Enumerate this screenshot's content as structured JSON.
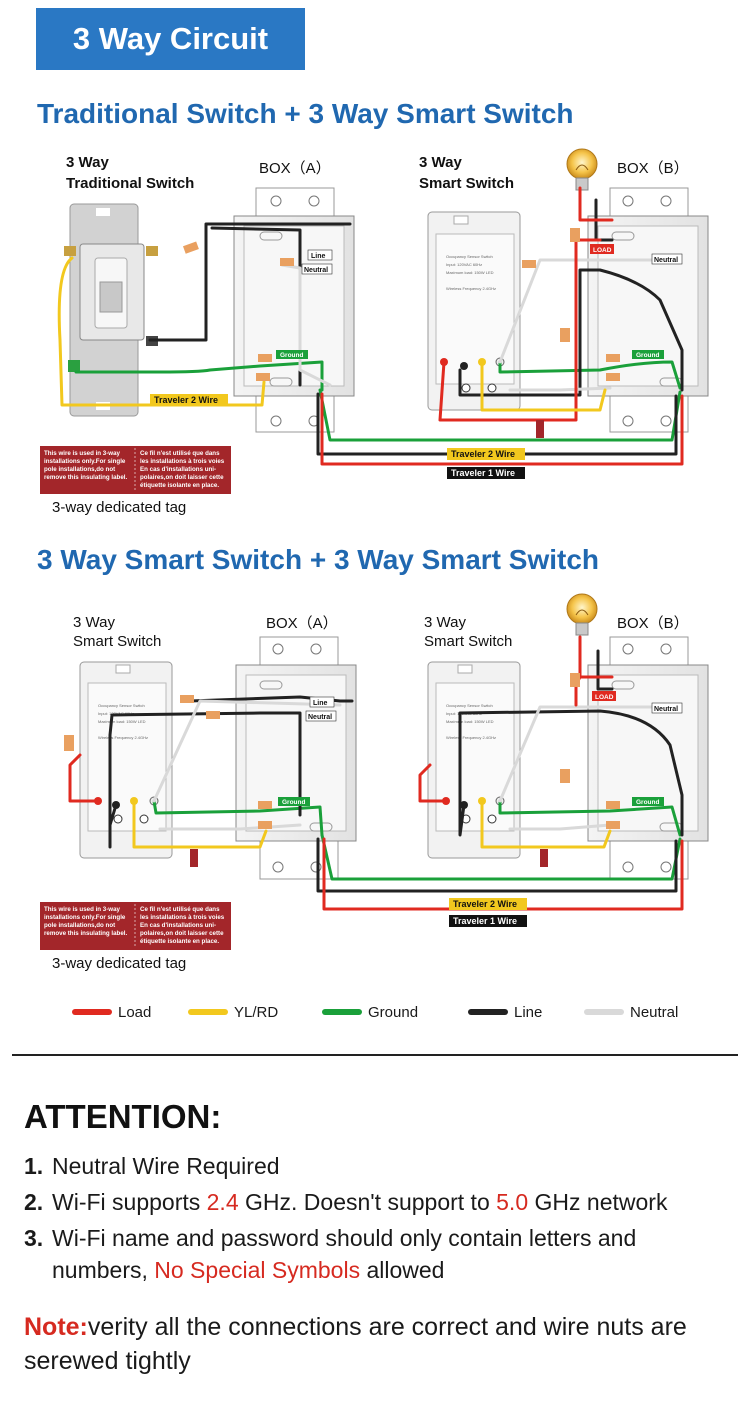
{
  "header": {
    "title": "3 Way Circuit"
  },
  "section1": {
    "title": "Traditional Switch + 3 Way Smart Switch",
    "left_device_line1": "3 Way",
    "left_device_line2": "Traditional Switch",
    "right_device_line1": "3 Way",
    "right_device_line2": "Smart Switch",
    "box_a": "BOX（A）",
    "box_b": "BOX（B）",
    "wire_labels": {
      "line": "Line",
      "neutral": "Neutral",
      "ground": "Ground",
      "load": "LOAD",
      "traveler2_local": "Traveler 2 Wire",
      "traveler2": "Traveler 2 Wire",
      "traveler1": "Traveler 1 Wire"
    },
    "tag_caption": "3-way dedicated tag"
  },
  "section2": {
    "title": "3 Way Smart Switch + 3 Way Smart Switch",
    "left_device_line1": "3 Way",
    "left_device_line2": "Smart Switch",
    "right_device_line1": "3 Way",
    "right_device_line2": "Smart Switch",
    "box_a": "BOX（A）",
    "box_b": "BOX（B）",
    "wire_labels": {
      "line": "Line",
      "neutral": "Neutral",
      "ground": "Ground",
      "load": "LOAD",
      "traveler2": "Traveler 2 Wire",
      "traveler1": "Traveler 1 Wire"
    },
    "tag_caption": "3-way dedicated tag"
  },
  "tag": {
    "en_lines": [
      "This wire is used in 3-way",
      "installations only.For single",
      "pole installations,do not",
      "remove this insulating label."
    ],
    "fr_lines": [
      "Ce fil n'est utilisé que dans",
      "les installations à trois voies",
      "En cas d'installations uni-",
      "polaires,on doit laisser cette",
      "étiquette isolante en place."
    ]
  },
  "legend": [
    {
      "label": "Load",
      "color": "#e02a20"
    },
    {
      "label": "YL/RD",
      "color": "#f2c81e"
    },
    {
      "label": "Ground",
      "color": "#1aa03a"
    },
    {
      "label": "Line",
      "color": "#222222"
    },
    {
      "label": "Neutral",
      "color": "#d9d9d9"
    }
  ],
  "attention": {
    "title": "ATTENTION:",
    "items": [
      {
        "num": "1.",
        "parts": [
          {
            "text": "Neutral Wire Required",
            "red": false
          }
        ]
      },
      {
        "num": "2.",
        "parts": [
          {
            "text": "Wi-Fi supports ",
            "red": false
          },
          {
            "text": "2.4",
            "red": true
          },
          {
            "text": " GHz. Doesn't support to ",
            "red": false
          },
          {
            "text": "5.0",
            "red": true
          },
          {
            "text": " GHz network",
            "red": false
          }
        ]
      },
      {
        "num": "3.",
        "parts": [
          {
            "text": "Wi-Fi name and password should only contain letters and numbers, ",
            "red": false
          },
          {
            "text": "No Special Symbols",
            "red": true
          },
          {
            "text": " allowed",
            "red": false
          }
        ]
      }
    ]
  },
  "note": {
    "key": "Note:",
    "text": "verity all the connections are correct and wire nuts are serewed tightly"
  },
  "colors": {
    "brand_blue": "#2a78c4",
    "heading_blue": "#2068b0",
    "accent_red": "#d62a20",
    "tag_red": "#a3262a"
  }
}
